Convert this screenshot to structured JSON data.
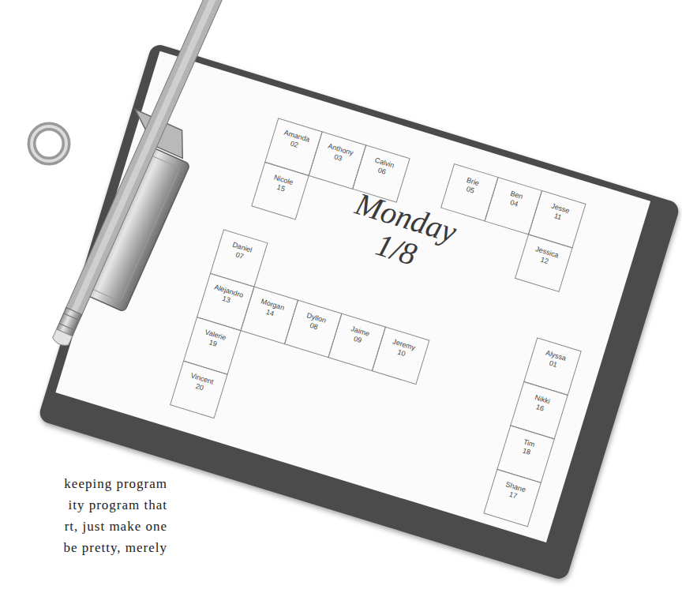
{
  "diagram": {
    "title": "Monday 1/8",
    "nodes": [
      {
        "text": [
          "Amanda",
          "02"
        ]
      },
      {
        "text": [
          "Anthony",
          "03"
        ]
      },
      {
        "text": [
          "Calvin",
          "06"
        ]
      },
      {
        "text": [
          "Brie",
          "05"
        ]
      },
      {
        "text": [
          "Ben",
          "04"
        ]
      },
      {
        "text": [
          "Jesse",
          "11"
        ]
      },
      {
        "text": [
          "Nicole",
          "15"
        ]
      },
      {
        "text": [
          "Jessica",
          "12"
        ]
      },
      {
        "text": [
          "Daniel",
          "07"
        ]
      },
      {
        "text": [
          "Alejandro",
          "13"
        ]
      },
      {
        "text": [
          "Morgan",
          "14"
        ]
      },
      {
        "text": [
          "Dyllon",
          "08"
        ]
      },
      {
        "text": [
          "Jaime",
          "09"
        ]
      },
      {
        "text": [
          "Jeremy",
          "10"
        ]
      },
      {
        "text": [
          "Alyssa",
          "01"
        ]
      },
      {
        "text": [
          "Valerie",
          "19"
        ]
      },
      {
        "text": [
          "Nikki",
          "16"
        ]
      },
      {
        "text": [
          "Vincent",
          "20"
        ]
      },
      {
        "text": [
          "Tim",
          "18"
        ]
      },
      {
        "text": [
          "Shane",
          "17"
        ]
      }
    ],
    "labels": [
      "keeping program",
      "ity program that",
      "rt, just make one",
      "be pretty, merely"
    ]
  }
}
